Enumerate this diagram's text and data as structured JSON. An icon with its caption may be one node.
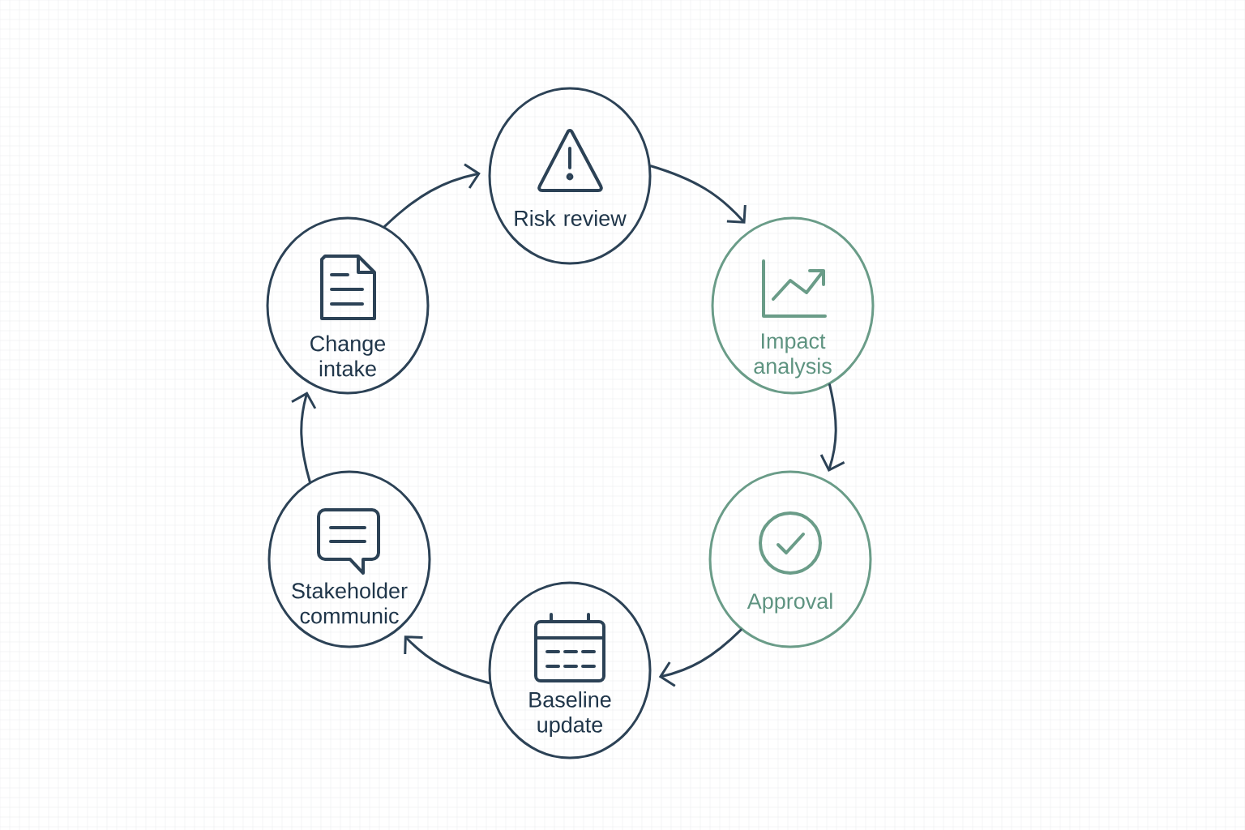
{
  "diagram": {
    "nodes": [
      {
        "text": [
          "Change intake"
        ]
      },
      {
        "text": [
          "Risk review"
        ]
      },
      {
        "text": [
          "Impact analysis"
        ]
      },
      {
        "text": [
          "Approval"
        ]
      },
      {
        "text": [
          "Baseline update"
        ]
      },
      {
        "text": [
          "Stakeholder communic"
        ]
      }
    ],
    "edges": [
      {
        "from": 0,
        "to": 1,
        "arrow": "to"
      },
      {
        "from": 1,
        "to": 2,
        "arrow": "to"
      },
      {
        "from": 2,
        "to": 3,
        "arrow": "to"
      },
      {
        "from": 3,
        "to": 4,
        "arrow": "to"
      },
      {
        "from": 4,
        "to": 5,
        "arrow": "to"
      },
      {
        "from": 5,
        "to": 0,
        "arrow": "to"
      }
    ]
  }
}
